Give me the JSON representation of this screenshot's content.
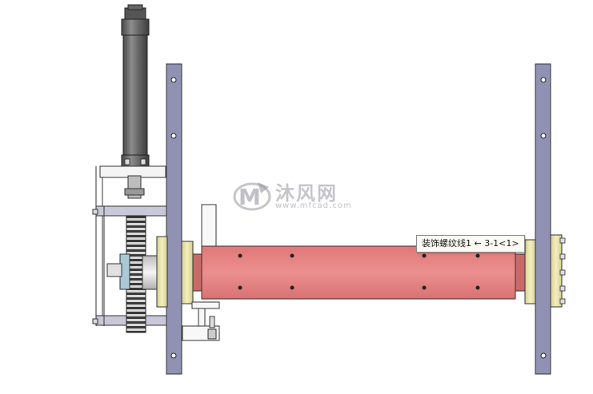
{
  "tooltip": {
    "label": "装饰螺纹线1 ← 3-1<1>"
  },
  "watermark": {
    "name": "沐风网",
    "url": "www.mfcad.com"
  },
  "colors": {
    "frame_plate": "#8f8fb0",
    "roller": "#e58282",
    "bearing_housing": "#e8e4a8",
    "cylinder": "#6e6e6e",
    "background": "#ffffff"
  }
}
